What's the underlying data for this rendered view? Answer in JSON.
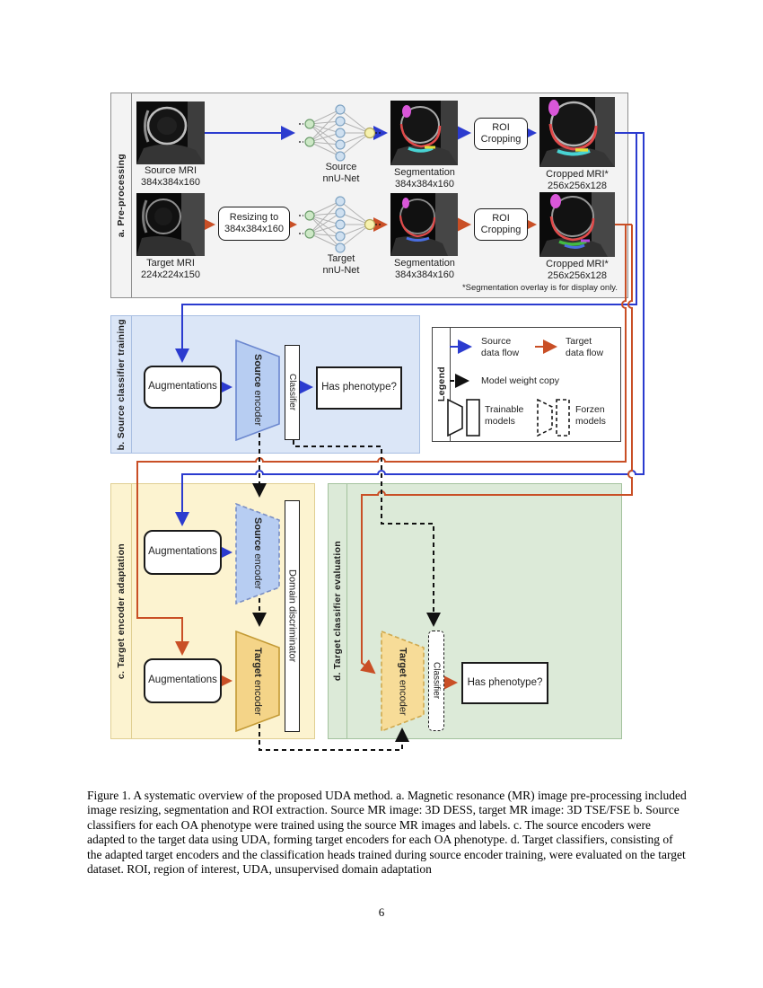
{
  "colors": {
    "source_flow": "#2b3bcf",
    "target_flow": "#c94f26",
    "panel_b_bg": "#dbe6f7",
    "panel_c_bg": "#fcf3d0",
    "panel_d_bg": "#dcead8"
  },
  "panel_a": {
    "label": "a. Pre-processing",
    "source_mri": {
      "title": "Source MRI",
      "size": "384x384x160"
    },
    "target_mri": {
      "title": "Target MRI",
      "size": "224x224x150"
    },
    "source_net": {
      "l1": "Source",
      "l2": "nnU-Net"
    },
    "target_net": {
      "l1": "Target",
      "l2": "nnU-Net"
    },
    "resize": {
      "l1": "Resizing to",
      "l2": "384x384x160"
    },
    "seg_top": {
      "title": "Segmentation",
      "size": "384x384x160"
    },
    "seg_bottom": {
      "title": "Segmentation",
      "size": "384x384x160"
    },
    "roi_top": {
      "l1": "ROI",
      "l2": "Cropping"
    },
    "roi_bottom": {
      "l1": "ROI",
      "l2": "Cropping"
    },
    "crop_top": {
      "title": "Cropped MRI*",
      "size": "256x256x128"
    },
    "crop_bottom": {
      "title": "Cropped MRI*",
      "size": "256x256x128"
    },
    "footnote": "*Segmentation overlay is for display only."
  },
  "panel_b": {
    "label": "b. Source classifier training",
    "augmentations": "Augmentations",
    "encoder": {
      "bold": "Source",
      "rest": " encoder"
    },
    "classifier": "Classifier",
    "phenotype": "Has phenotype?"
  },
  "legend": {
    "label": "Legend",
    "source_flow": {
      "l1": "Source",
      "l2": "data flow"
    },
    "target_flow": {
      "l1": "Target",
      "l2": "data flow"
    },
    "weight_copy": "Model weight copy",
    "trainable": {
      "l1": "Trainable",
      "l2": "models"
    },
    "frozen": {
      "l1": "Forzen",
      "l2": "models"
    }
  },
  "panel_c": {
    "label": "c. Target encoder adaptation",
    "aug_top": "Augmentations",
    "aug_bottom": "Augmentations",
    "source_encoder": {
      "bold": "Source",
      "rest": " encoder"
    },
    "target_encoder": {
      "bold": "Target",
      "rest": " encoder"
    },
    "discriminator": "Domain discriminator"
  },
  "panel_d": {
    "label": "d. Target classifier evaluation",
    "target_encoder": {
      "bold": "Target",
      "rest": " encoder"
    },
    "classifier": "Classifier",
    "phenotype": "Has phenotype?"
  },
  "caption": {
    "text": "Figure 1. A systematic overview of the proposed UDA method. a. Magnetic resonance (MR) image pre-processing included image resizing, segmentation and ROI extraction. Source MR image: 3D DESS, target MR image: 3D TSE/FSE b. Source classifiers for each OA phenotype were trained using the source MR images and labels. c. The source encoders were adapted to the target data using UDA, forming target encoders for each OA phenotype. d. Target classifiers, consisting of the adapted target encoders and the classification heads trained during source encoder training, were evaluated on the target dataset. ROI, region of interest, UDA, unsupervised domain adaptation"
  },
  "page_number": "6"
}
